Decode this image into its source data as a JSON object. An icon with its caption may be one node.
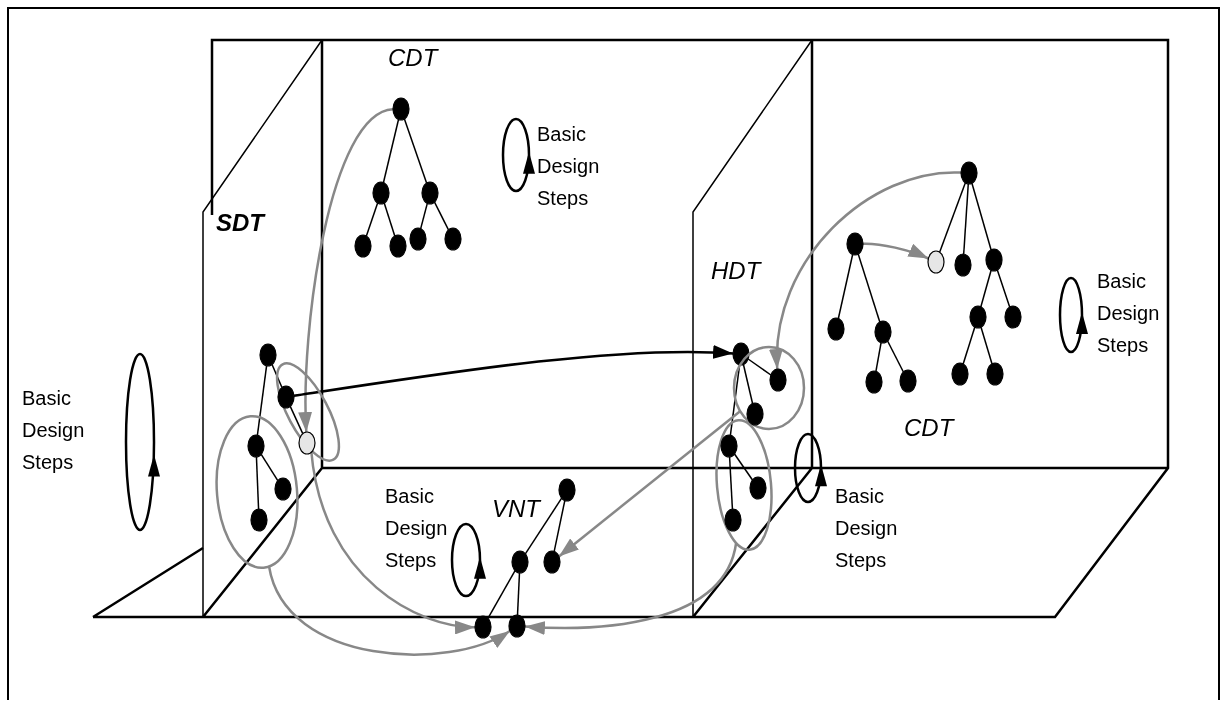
{
  "diagram": {
    "nodes": [
      {
        "text": [],
        "shape": "circle"
      },
      {
        "text": [],
        "shape": "circle"
      },
      {
        "text": [],
        "shape": "circle"
      },
      {
        "text": [],
        "shape": "circle"
      },
      {
        "text": [],
        "shape": "circle"
      },
      {
        "text": [],
        "shape": "circle"
      },
      {
        "text": [],
        "shape": "circle"
      },
      {
        "text": [],
        "shape": "circle"
      },
      {
        "text": [],
        "shape": "circle"
      },
      {
        "text": [],
        "shape": "circle"
      },
      {
        "text": [],
        "shape": "circle"
      },
      {
        "text": [],
        "shape": "circle"
      },
      {
        "text": [],
        "shape": "circle"
      },
      {
        "text": [],
        "shape": "circle"
      },
      {
        "text": [],
        "shape": "circle"
      },
      {
        "text": [],
        "shape": "circle"
      },
      {
        "text": [],
        "shape": "circle"
      },
      {
        "text": [],
        "shape": "circle"
      },
      {
        "text": [],
        "shape": "circle"
      },
      {
        "text": [],
        "shape": "circle"
      },
      {
        "text": [],
        "shape": "circle"
      },
      {
        "text": [],
        "shape": "circle",
        "in": 26
      },
      {
        "text": [],
        "shape": "circle",
        "in": 26
      },
      {
        "text": [],
        "shape": "circle",
        "in": 27
      },
      {
        "text": [],
        "shape": "circle",
        "in": 27
      },
      {
        "text": [],
        "shape": "circle",
        "in": 27
      },
      {
        "text": [],
        "shape": "ellipse"
      },
      {
        "text": [],
        "shape": "ellipse"
      },
      {
        "text": [],
        "shape": "circle"
      },
      {
        "text": [],
        "shape": "circle",
        "in": 34
      },
      {
        "text": [],
        "shape": "circle",
        "in": 34
      },
      {
        "text": [],
        "shape": "circle",
        "in": 35
      },
      {
        "text": [],
        "shape": "circle",
        "in": 35
      },
      {
        "text": [],
        "shape": "circle",
        "in": 35
      },
      {
        "text": [],
        "shape": "ellipse"
      },
      {
        "text": [],
        "shape": "ellipse"
      },
      {
        "text": [],
        "shape": "circle"
      },
      {
        "text": [],
        "shape": "circle"
      },
      {
        "text": [],
        "shape": "circle"
      },
      {
        "text": [],
        "shape": "circle"
      },
      {
        "text": [],
        "shape": "circle"
      }
    ],
    "edges": [
      {
        "from": 0,
        "to": 1,
        "arrow": "none"
      },
      {
        "from": 0,
        "to": 2,
        "arrow": "none"
      },
      {
        "from": 1,
        "to": 3,
        "arrow": "none"
      },
      {
        "from": 1,
        "to": 4,
        "arrow": "none"
      },
      {
        "from": 2,
        "to": 5,
        "arrow": "none"
      },
      {
        "from": 2,
        "to": 6,
        "arrow": "none"
      },
      {
        "from": 7,
        "to": 8,
        "arrow": "none"
      },
      {
        "from": 7,
        "to": 9,
        "arrow": "none"
      },
      {
        "from": 7,
        "to": 10,
        "arrow": "none"
      },
      {
        "from": 10,
        "to": 11,
        "arrow": "none"
      },
      {
        "from": 10,
        "to": 12,
        "arrow": "none"
      },
      {
        "from": 11,
        "to": 13,
        "arrow": "none"
      },
      {
        "from": 11,
        "to": 14,
        "arrow": "none"
      },
      {
        "from": 15,
        "to": 16,
        "arrow": "none"
      },
      {
        "from": 15,
        "to": 17,
        "arrow": "none"
      },
      {
        "from": 17,
        "to": 18,
        "arrow": "none"
      },
      {
        "from": 17,
        "to": 19,
        "arrow": "none"
      },
      {
        "from": 20,
        "to": 21,
        "arrow": "none"
      },
      {
        "from": 21,
        "to": 22,
        "arrow": "none"
      },
      {
        "from": 20,
        "to": 23,
        "arrow": "none"
      },
      {
        "from": 23,
        "to": 24,
        "arrow": "none"
      },
      {
        "from": 23,
        "to": 25,
        "arrow": "none"
      },
      {
        "from": 28,
        "to": 29,
        "arrow": "none"
      },
      {
        "from": 28,
        "to": 30,
        "arrow": "none"
      },
      {
        "from": 28,
        "to": 31,
        "arrow": "none"
      },
      {
        "from": 31,
        "to": 32,
        "arrow": "none"
      },
      {
        "from": 31,
        "to": 33,
        "arrow": "none"
      },
      {
        "from": 36,
        "to": 37,
        "arrow": "none"
      },
      {
        "from": 36,
        "to": 38,
        "arrow": "none"
      },
      {
        "from": 37,
        "to": 39,
        "arrow": "none"
      },
      {
        "from": 37,
        "to": 40,
        "arrow": "none"
      },
      {
        "from": 0,
        "to": 22,
        "arrow": "to",
        "color": "#888888"
      },
      {
        "from": 7,
        "to": 29,
        "arrow": "to",
        "color": "#888888"
      },
      {
        "from": 15,
        "to": 8,
        "arrow": "to",
        "color": "#888888"
      },
      {
        "from": 21,
        "to": 28,
        "arrow": "to"
      },
      {
        "from": 34,
        "to": 38,
        "arrow": "to",
        "color": "#888888"
      },
      {
        "from": 26,
        "to": 39,
        "arrow": "to",
        "color": "#888888"
      },
      {
        "from": 27,
        "to": 40,
        "arrow": "to",
        "color": "#888888"
      },
      {
        "from": 35,
        "to": 40,
        "arrow": "to",
        "color": "#888888"
      }
    ],
    "labels": [
      "CDT",
      "Basic Design Steps",
      "SDT",
      "HDT",
      "Basic Design Steps",
      "Basic Design Steps",
      "CDT",
      "Basic Design Steps",
      "Basic Design Steps",
      "VNT"
    ]
  }
}
